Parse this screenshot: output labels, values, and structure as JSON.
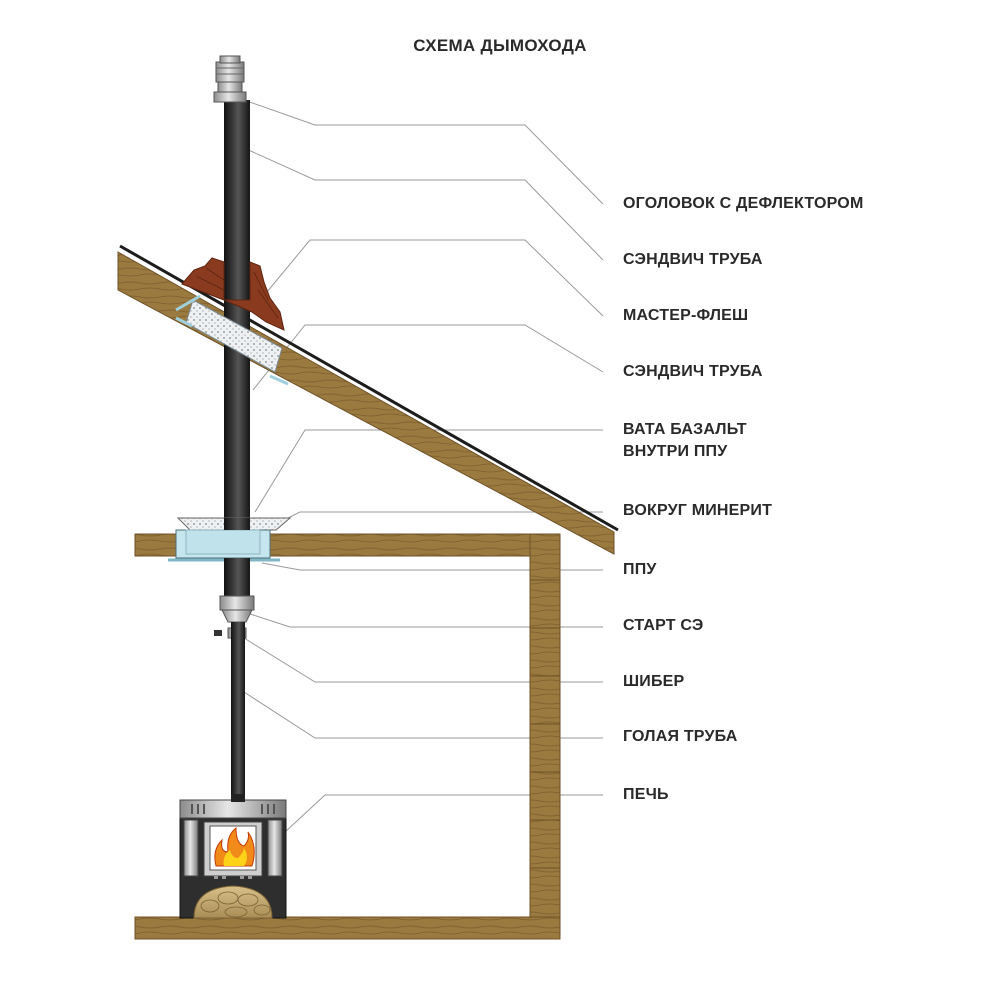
{
  "title": "СХЕМА ДЫМОХОДА",
  "labels": {
    "head": "ОГОЛОВОК С ДЕФЛЕКТОРОМ",
    "sandwich_top": "СЭНДВИЧ ТРУБА",
    "master_flash": "МАСТЕР-ФЛЕШ",
    "sandwich_mid": "СЭНДВИЧ ТРУБА",
    "wool_line1": "ВАТА БАЗАЛЬТ",
    "wool_line2": "ВНУТРИ ППУ",
    "minerit": "ВОКРУГ МИНЕРИТ",
    "ppu": "ППУ",
    "start": "СТАРТ СЭ",
    "damper": "ШИБЕР",
    "bare_pipe": "ГОЛАЯ ТРУБА",
    "stove": "ПЕЧЬ"
  },
  "colors": {
    "wood": "#9b7a40",
    "wood_dark": "#6e5226",
    "pipe_dark": "#2b2b2b",
    "flashing": "#8a3b1f",
    "leader": "#9a9a9a",
    "text": "#2a2a2a",
    "fire": "#f28a1a"
  }
}
